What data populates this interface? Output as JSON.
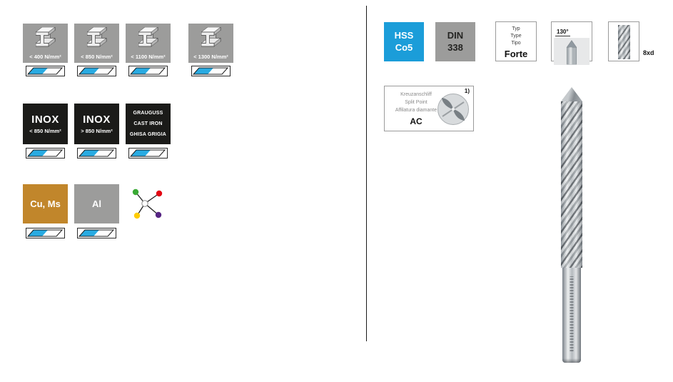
{
  "left": {
    "steel_tiles": [
      {
        "label": "< 400 N/mm²"
      },
      {
        "label": "< 850 N/mm²"
      },
      {
        "label": "< 1100 N/mm²"
      },
      {
        "label": "< 1300 N/mm²"
      }
    ],
    "inox_tiles": [
      {
        "title": "INOX",
        "label": "< 850 N/mm²"
      },
      {
        "title": "INOX",
        "label": "> 850 N/mm²"
      }
    ],
    "cast_iron_tile": {
      "line1": "GRAUGUSS",
      "line2": "CAST IRON",
      "line3": "GHISA GRIGIA"
    },
    "nonferrous_tiles": [
      {
        "title": "Cu, Ms"
      },
      {
        "title": "Al"
      }
    ]
  },
  "right": {
    "hss_badge": {
      "line1": "HSS",
      "line2": "Co5"
    },
    "din_badge": {
      "line1": "DIN",
      "line2": "338"
    },
    "type_box": {
      "lang1": "Typ",
      "lang2": "Type",
      "lang3": "Tipo",
      "value": "Forte"
    },
    "angle_box": {
      "angle": "130°"
    },
    "flute_label": "8xd",
    "point_box": {
      "de": "Kreuzanschliff",
      "en": "Split Point",
      "it": "Affilatura diamante",
      "code": "AC",
      "footnote": "1)"
    }
  },
  "icons": {
    "ibeam": "steel-i-beam",
    "sheet_badge": "sheet-metal-parallelogram",
    "multi_material": "multi-material-dots",
    "angle_photo": "drill-tip-photo",
    "flute_photo": "drill-flute-photo",
    "split_point_photo": "split-point-grind-photo",
    "drill_photo": "twist-drill-photo"
  },
  "colors": {
    "accent_blue": "#1b9dd9",
    "tile_gray": "#9c9c9b",
    "tile_black": "#1b1b19",
    "tile_gold": "#c1862b",
    "badge_blue": "#29abe2"
  }
}
